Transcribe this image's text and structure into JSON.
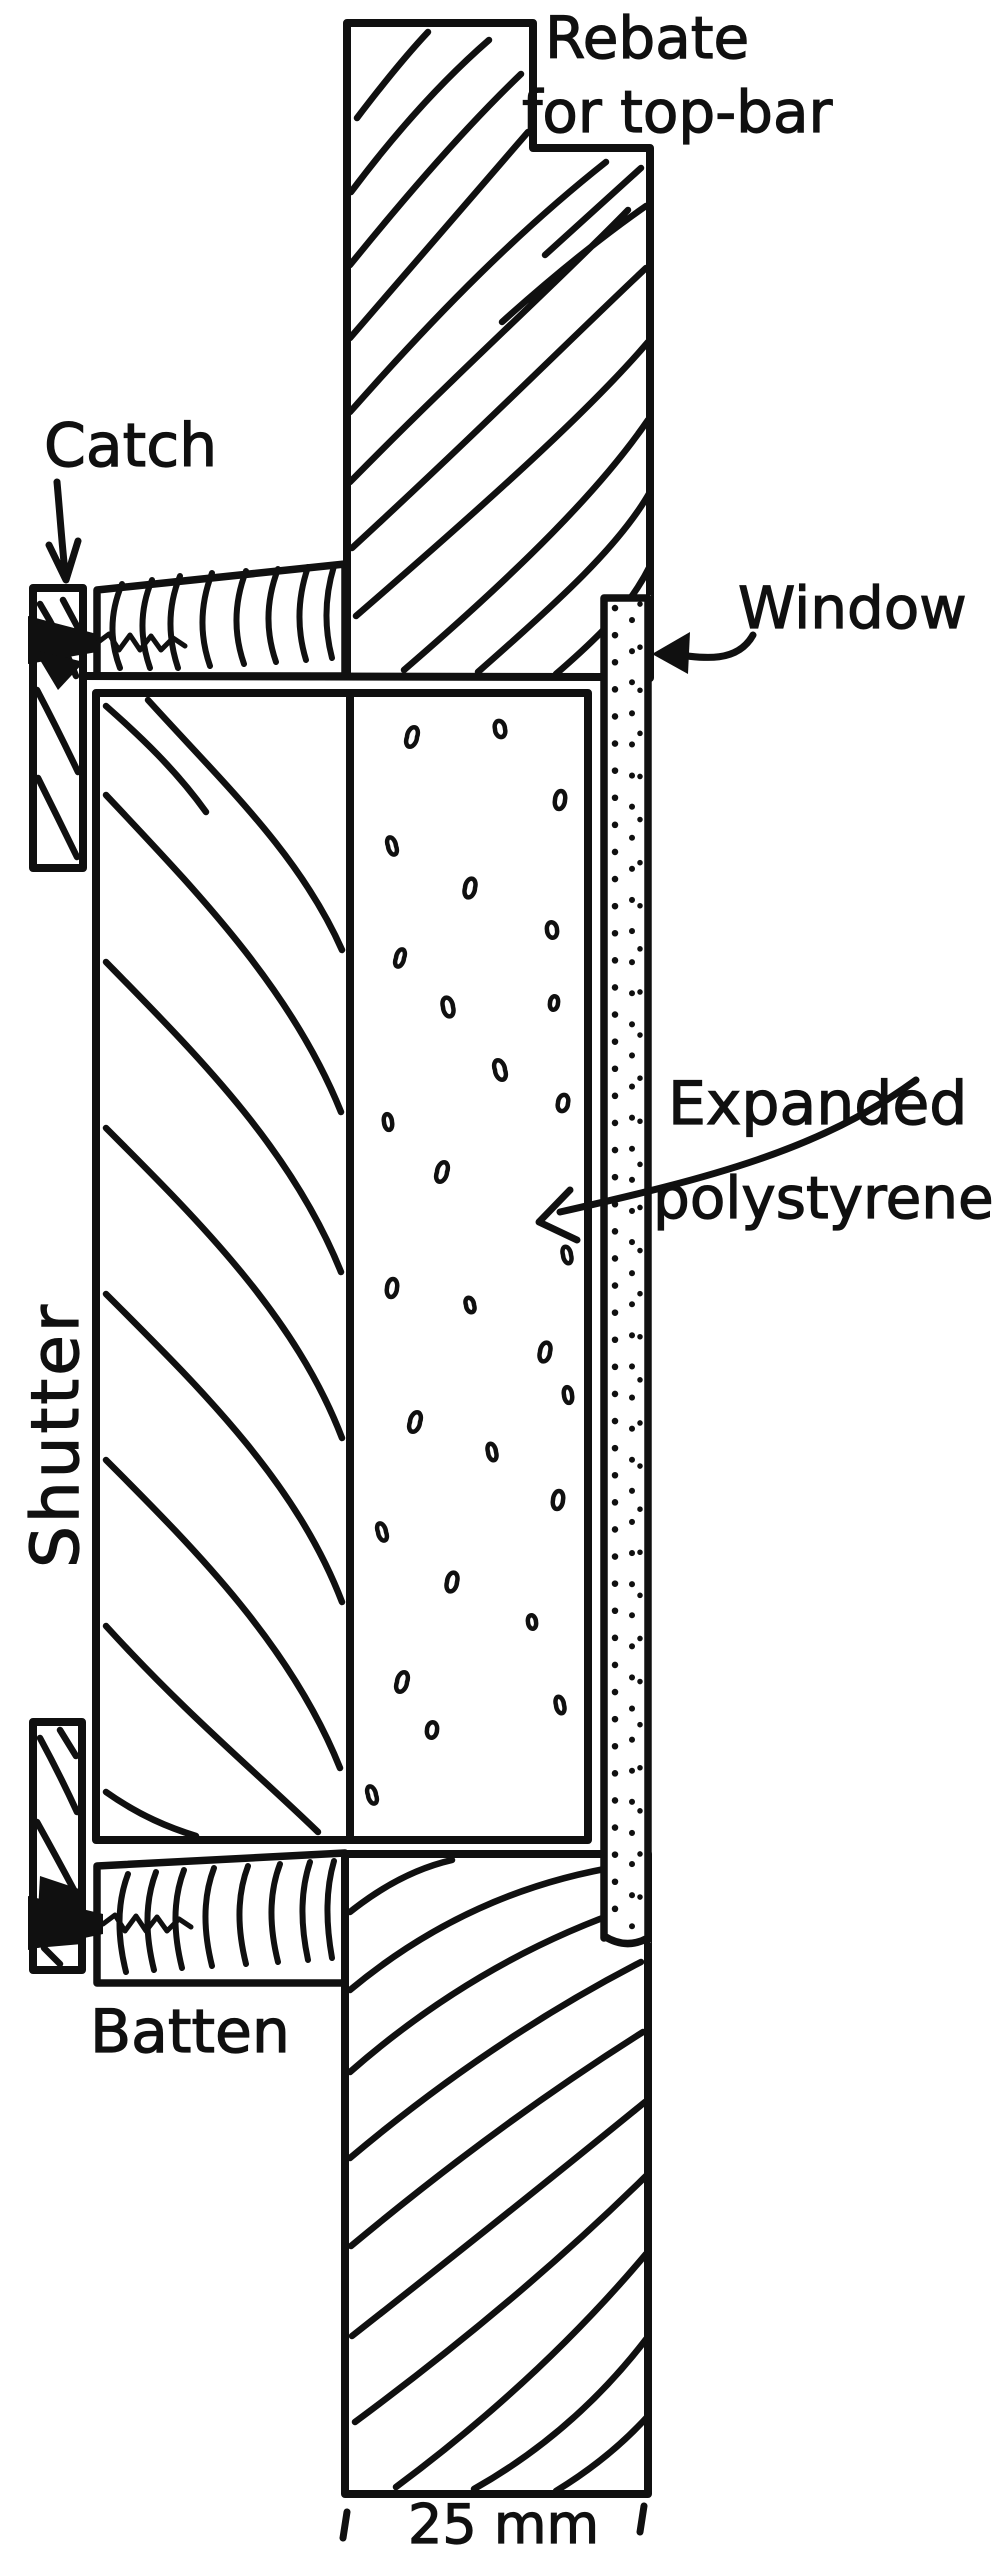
{
  "colors": {
    "ink": "#101010",
    "paper": "#ffffff"
  },
  "labels": {
    "rebate_line1": "Rebate",
    "rebate_line2": "for top-bar",
    "catch": "Catch",
    "window": "Window",
    "insulation_line1": "Expanded",
    "insulation_line2": "polystyrene",
    "shutter": "Shutter",
    "batten": "Batten"
  },
  "dimension": {
    "width_label": "25 mm"
  }
}
